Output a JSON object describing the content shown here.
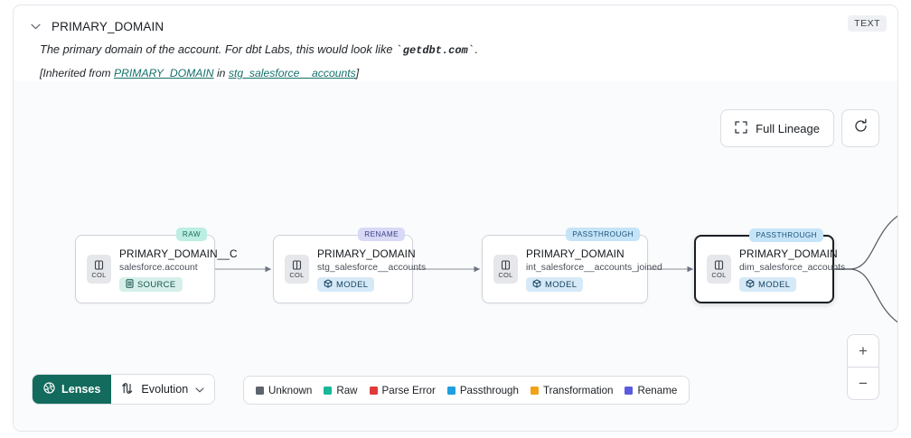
{
  "header": {
    "collapse_icon": "chevron-down-icon",
    "column_title": "PRIMARY_DOMAIN",
    "type_badge": "TEXT",
    "description_prefix": "The primary domain of the account. For dbt Labs, this would look like ",
    "description_code": "getdbt.com",
    "description_suffix": ".",
    "inherited_prefix": "[Inherited from ",
    "inherited_column": "PRIMARY_DOMAIN",
    "inherited_middle": " in ",
    "inherited_model": "stg_salesforce__accounts",
    "inherited_suffix": "]"
  },
  "canvas": {
    "full_lineage_label": "Full Lineage",
    "full_lineage_icon": "expand-icon",
    "refresh_icon": "refresh-icon",
    "zoom_in_label": "+",
    "zoom_out_label": "−",
    "nodes": [
      {
        "tag": "RAW",
        "tag_kind": "raw",
        "badge_label": "COL",
        "badge_icon": "column-icon",
        "name": "PRIMARY_DOMAIN__C",
        "path": "salesforce.account",
        "type_label": "SOURCE",
        "type_kind": "source",
        "type_icon": "database-icon",
        "selected": false
      },
      {
        "tag": "RENAME",
        "tag_kind": "rename",
        "badge_label": "COL",
        "badge_icon": "column-icon",
        "name": "PRIMARY_DOMAIN",
        "path": "stg_salesforce__accounts",
        "type_label": "MODEL",
        "type_kind": "model",
        "type_icon": "cube-icon",
        "selected": false
      },
      {
        "tag": "PASSTHROUGH",
        "tag_kind": "pass",
        "badge_label": "COL",
        "badge_icon": "column-icon",
        "name": "PRIMARY_DOMAIN",
        "path": "int_salesforce__accounts_joined",
        "type_label": "MODEL",
        "type_kind": "model",
        "type_icon": "cube-icon",
        "selected": false
      },
      {
        "tag": "PASSTHROUGH",
        "tag_kind": "pass",
        "badge_label": "COL",
        "badge_icon": "column-icon",
        "name": "PRIMARY_DOMAIN",
        "path": "dim_salesforce_accounts",
        "type_label": "MODEL",
        "type_kind": "model",
        "type_icon": "cube-icon",
        "selected": true
      }
    ]
  },
  "toolbar": {
    "lenses_label": "Lenses",
    "lenses_icon": "aperture-icon",
    "evolution_label": "Evolution",
    "evolution_icon": "evolution-icon",
    "evolution_caret": "chevron-down-icon",
    "legend": [
      {
        "label": "Unknown",
        "color": "#5d646c"
      },
      {
        "label": "Raw",
        "color": "#16b89a"
      },
      {
        "label": "Parse Error",
        "color": "#e03b3b"
      },
      {
        "label": "Passthrough",
        "color": "#1f9ee0"
      },
      {
        "label": "Transformation",
        "color": "#f0a316"
      },
      {
        "label": "Rename",
        "color": "#5b5be0"
      }
    ]
  }
}
